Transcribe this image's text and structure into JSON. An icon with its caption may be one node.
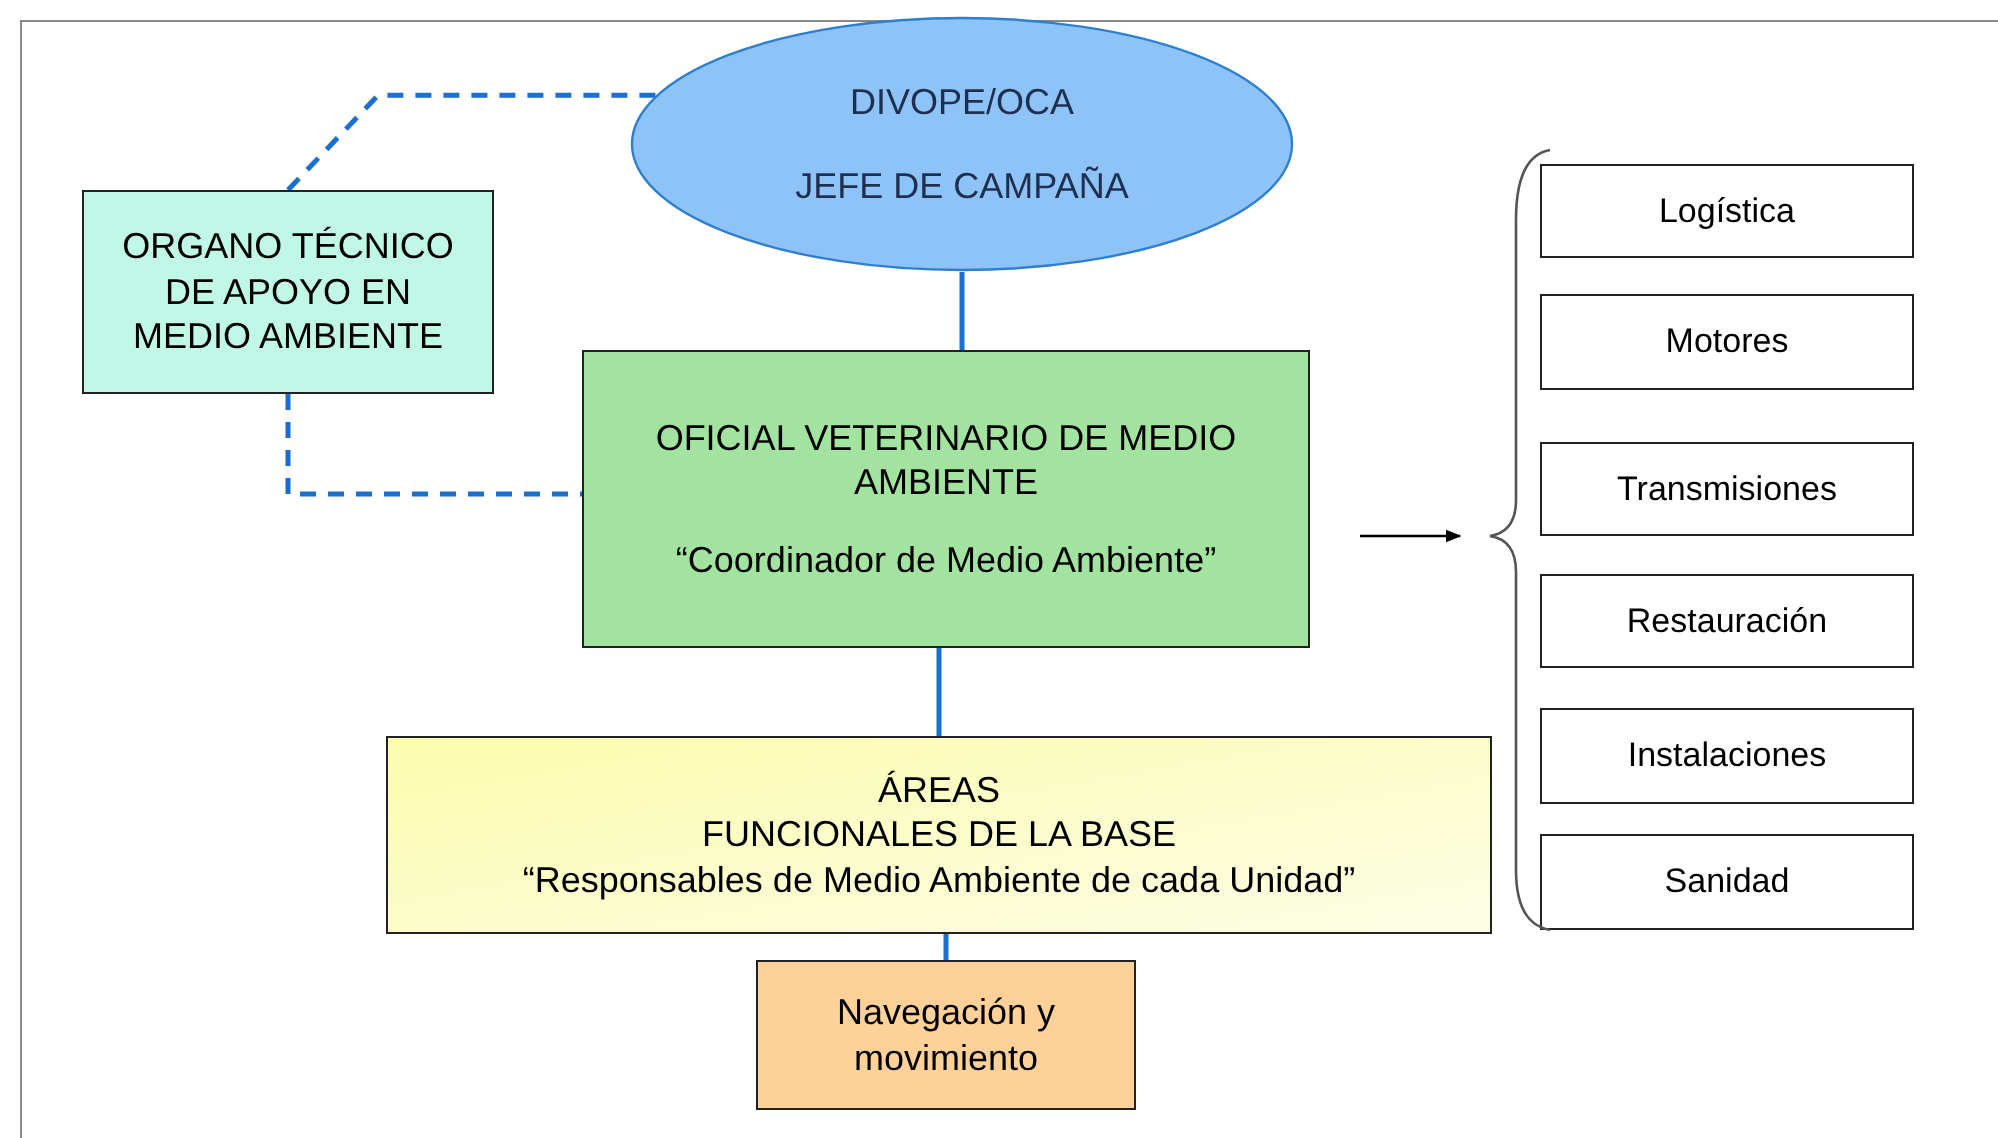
{
  "diagram": {
    "nodes": [
      {
        "text": [
          "DIVOPE/OCA",
          "JEFE DE CAMPAÑA"
        ]
      },
      {
        "text": [
          "ORGANO TÉCNICO DE APOYO EN MEDIO AMBIENTE"
        ]
      },
      {
        "text": [
          "OFICIAL VETERINARIO DE MEDIO AMBIENTE",
          "“Coordinador de Medio Ambiente”"
        ]
      },
      {
        "text": [
          "ÁREAS",
          "FUNCIONALES DE LA BASE",
          "“Responsables de Medio Ambiente de cada Unidad”"
        ]
      },
      {
        "text": [
          "Navegación y movimiento"
        ]
      },
      {
        "text": [
          "Logística"
        ]
      },
      {
        "text": [
          "Motores"
        ]
      },
      {
        "text": [
          "Transmisiones"
        ]
      },
      {
        "text": [
          "Restauración"
        ]
      },
      {
        "text": [
          "Instalaciones"
        ]
      },
      {
        "text": [
          "Sanidad"
        ]
      },
      {
        "text": [],
        "shape": "bracket"
      }
    ],
    "edges": [
      {
        "from": 1,
        "to": 0,
        "arrow": "none",
        "style": "dashed"
      },
      {
        "from": 1,
        "to": 2,
        "arrow": "none",
        "style": "dashed"
      },
      {
        "from": 0,
        "to": 2,
        "arrow": "none"
      },
      {
        "from": 2,
        "to": 3,
        "arrow": "none"
      },
      {
        "from": 3,
        "to": 4,
        "arrow": "none"
      },
      {
        "from": 2,
        "to": 11,
        "arrow": "to",
        "color": "#000000"
      }
    ]
  }
}
